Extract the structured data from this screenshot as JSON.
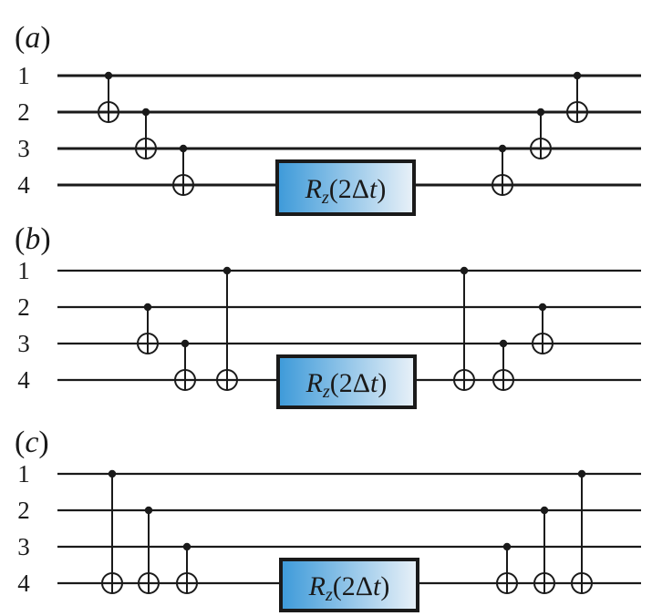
{
  "colors": {
    "wire": "#1a1a1a",
    "gate_fill_start": "#3d9ad9",
    "gate_fill_end": "#e9f1f8",
    "gate_border": "#1a1a1a"
  },
  "gate_label": {
    "symbol": "R",
    "subscript": "z",
    "argument": "(2Δt)",
    "arg_open": "(2Δ",
    "arg_var": "t",
    "arg_close": ")"
  },
  "panels": [
    {
      "id": "a",
      "label_open": "(",
      "label_letter": "a",
      "label_close": ")",
      "qubits": [
        "1",
        "2",
        "3",
        "4"
      ],
      "sequence": [
        {
          "type": "cnot",
          "control": 1,
          "target": 2
        },
        {
          "type": "cnot",
          "control": 2,
          "target": 3
        },
        {
          "type": "cnot",
          "control": 3,
          "target": 4
        },
        {
          "type": "rotation",
          "qubit": 4,
          "label": "Rz(2Δt)"
        },
        {
          "type": "cnot",
          "control": 3,
          "target": 4
        },
        {
          "type": "cnot",
          "control": 2,
          "target": 3
        },
        {
          "type": "cnot",
          "control": 1,
          "target": 2
        }
      ]
    },
    {
      "id": "b",
      "label_open": "(",
      "label_letter": "b",
      "label_close": ")",
      "qubits": [
        "1",
        "2",
        "3",
        "4"
      ],
      "sequence": [
        {
          "type": "cnot",
          "control": 2,
          "target": 3
        },
        {
          "type": "cnot",
          "control": 3,
          "target": 4
        },
        {
          "type": "cnot",
          "control": 1,
          "target": 4
        },
        {
          "type": "rotation",
          "qubit": 4,
          "label": "Rz(2Δt)"
        },
        {
          "type": "cnot",
          "control": 1,
          "target": 4
        },
        {
          "type": "cnot",
          "control": 3,
          "target": 4
        },
        {
          "type": "cnot",
          "control": 2,
          "target": 3
        }
      ]
    },
    {
      "id": "c",
      "label_open": "(",
      "label_letter": "c",
      "label_close": ")",
      "qubits": [
        "1",
        "2",
        "3",
        "4"
      ],
      "sequence": [
        {
          "type": "cnot",
          "control": 1,
          "target": 4
        },
        {
          "type": "cnot",
          "control": 2,
          "target": 4
        },
        {
          "type": "cnot",
          "control": 3,
          "target": 4
        },
        {
          "type": "rotation",
          "qubit": 4,
          "label": "Rz(2Δt)"
        },
        {
          "type": "cnot",
          "control": 3,
          "target": 4
        },
        {
          "type": "cnot",
          "control": 2,
          "target": 4
        },
        {
          "type": "cnot",
          "control": 1,
          "target": 4
        }
      ]
    }
  ]
}
